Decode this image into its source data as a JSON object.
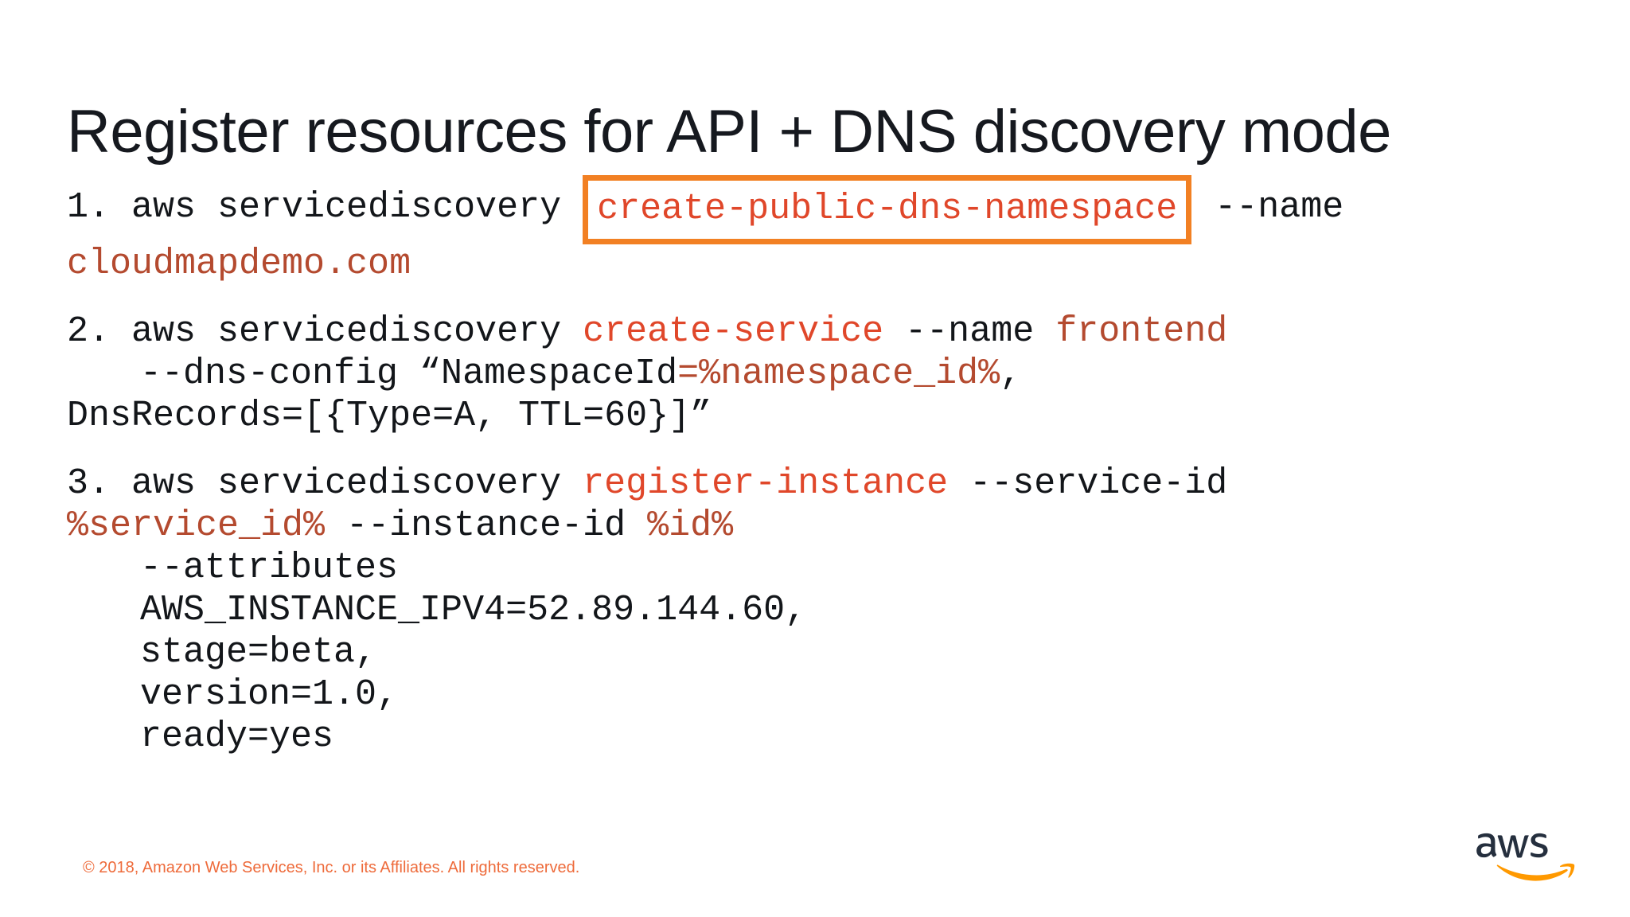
{
  "slide": {
    "title": "Register resources for API + DNS discovery mode",
    "background_color": "#ffffff"
  },
  "colors": {
    "command_red": "#e0472a",
    "value_red": "#b44a2f",
    "highlight_orange": "#f28023",
    "footer_orange": "#ee6b3b",
    "text_black": "#13161a",
    "aws_logo_text": "#252f3e",
    "aws_logo_smile": "#ff9900"
  },
  "code": {
    "blocks": [
      {
        "id": "step-1",
        "lines": [
          {
            "indent": 0,
            "segments": [
              {
                "text": "1. aws servicediscovery ",
                "style": "plain",
                "highlight": false
              },
              {
                "text": "create-public-dns-namespace",
                "style": "cmd",
                "highlight": true
              },
              {
                "text": " --name",
                "style": "plain",
                "highlight": false
              }
            ]
          },
          {
            "indent": 0,
            "segments": [
              {
                "text": "cloudmapdemo.com",
                "style": "val",
                "highlight": false
              }
            ]
          }
        ]
      },
      {
        "id": "step-2",
        "lines": [
          {
            "indent": 0,
            "segments": [
              {
                "text": "2. aws servicediscovery ",
                "style": "plain",
                "highlight": false
              },
              {
                "text": "create-service",
                "style": "cmd",
                "highlight": false
              },
              {
                "text": " --name ",
                "style": "plain",
                "highlight": false
              },
              {
                "text": "frontend",
                "style": "val",
                "highlight": false
              }
            ]
          },
          {
            "indent": 1,
            "segments": [
              {
                "text": "--dns-config “NamespaceId",
                "style": "plain",
                "highlight": false
              },
              {
                "text": "=%namespace_id%",
                "style": "val",
                "highlight": false
              },
              {
                "text": ",",
                "style": "plain",
                "highlight": false
              }
            ]
          },
          {
            "indent": 0,
            "segments": [
              {
                "text": "DnsRecords=[{Type=A, TTL=60}]”",
                "style": "plain",
                "highlight": false
              }
            ]
          }
        ]
      },
      {
        "id": "step-3",
        "lines": [
          {
            "indent": 0,
            "segments": [
              {
                "text": "3. aws servicediscovery ",
                "style": "plain",
                "highlight": false
              },
              {
                "text": "register-instance",
                "style": "cmd",
                "highlight": false
              },
              {
                "text": " --service-id",
                "style": "plain",
                "highlight": false
              }
            ]
          },
          {
            "indent": 0,
            "segments": [
              {
                "text": "%service_id%",
                "style": "val",
                "highlight": false
              },
              {
                "text": " --instance-id ",
                "style": "plain",
                "highlight": false
              },
              {
                "text": "%id%",
                "style": "val",
                "highlight": false
              }
            ]
          },
          {
            "indent": 1,
            "segments": [
              {
                "text": "--attributes",
                "style": "plain",
                "highlight": false
              }
            ]
          },
          {
            "indent": 1,
            "segments": [
              {
                "text": "AWS_INSTANCE_IPV4=52.89.144.60,",
                "style": "plain",
                "highlight": false
              }
            ]
          },
          {
            "indent": 1,
            "segments": [
              {
                "text": "stage=beta,",
                "style": "plain",
                "highlight": false
              }
            ]
          },
          {
            "indent": 1,
            "segments": [
              {
                "text": "version=1.0,",
                "style": "plain",
                "highlight": false
              }
            ]
          },
          {
            "indent": 1,
            "segments": [
              {
                "text": "ready=yes",
                "style": "plain",
                "highlight": false
              }
            ]
          }
        ]
      }
    ]
  },
  "footer": {
    "copyright": "© 2018, Amazon Web Services, Inc. or its Affiliates. All rights reserved.",
    "logo_name": "aws-logo",
    "logo_text": "aws"
  }
}
